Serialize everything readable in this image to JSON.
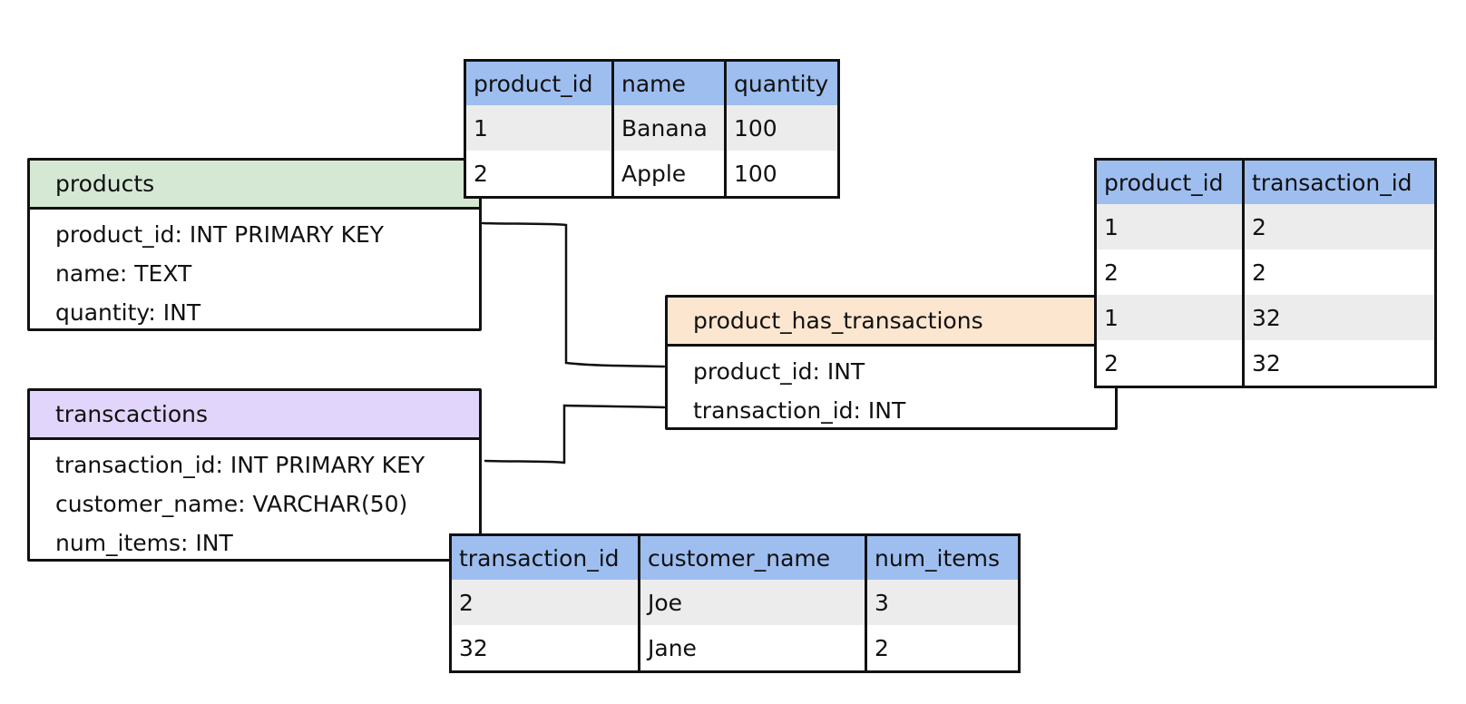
{
  "colors": {
    "products_header": "#d5e8d4",
    "transactions_header": "#e1d5fb",
    "junction_header": "#fde6cf",
    "table_header": "#9ebef0",
    "row_shade": "#ececec",
    "stroke": "#111111"
  },
  "schemas": {
    "products": {
      "title": "products",
      "fields": [
        "product_id: INT PRIMARY KEY",
        "name: TEXT",
        "quantity: INT"
      ]
    },
    "transactions": {
      "title": "transcactions",
      "fields": [
        "transaction_id: INT PRIMARY KEY",
        "customer_name: VARCHAR(50)",
        "num_items: INT"
      ]
    },
    "junction": {
      "title": "product_has_transactions",
      "fields": [
        "product_id: INT",
        "transaction_id: INT"
      ]
    }
  },
  "tables": {
    "products": {
      "columns": [
        "product_id",
        "name",
        "quantity"
      ],
      "rows": [
        [
          "1",
          "Banana",
          "100"
        ],
        [
          "2",
          "Apple",
          "100"
        ]
      ]
    },
    "junction": {
      "columns": [
        "product_id",
        "transaction_id"
      ],
      "rows": [
        [
          "1",
          "2"
        ],
        [
          "2",
          "2"
        ],
        [
          "1",
          "32"
        ],
        [
          "2",
          "32"
        ]
      ]
    },
    "transactions": {
      "columns": [
        "transaction_id",
        "customer_name",
        "num_items"
      ],
      "rows": [
        [
          "2",
          "Joe",
          "3"
        ],
        [
          "32",
          "Jane",
          "2"
        ]
      ]
    }
  }
}
